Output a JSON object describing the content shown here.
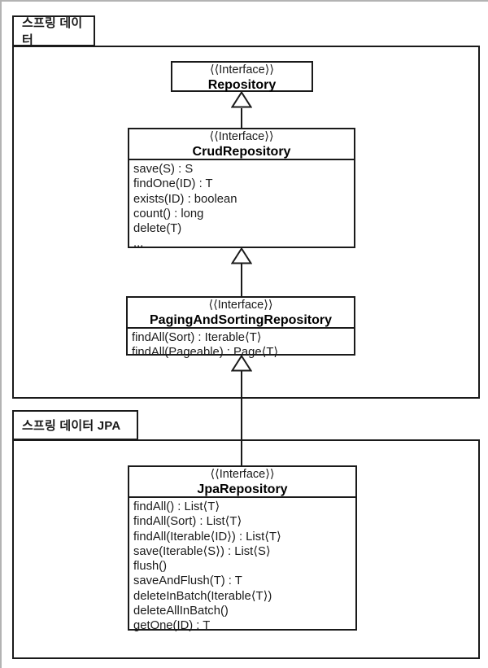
{
  "diagram": {
    "packages": [
      {
        "label": "스프링 데이터"
      },
      {
        "label": "스프링 데이터 JPA"
      }
    ],
    "classes": [
      {
        "stereotype": "⟨⟨Interface⟩⟩",
        "name": "Repository",
        "methods": []
      },
      {
        "stereotype": "⟨⟨Interface⟩⟩",
        "name": "CrudRepository",
        "methods": [
          "save(S) : S",
          "findOne(ID) : T",
          "exists(ID) : boolean",
          "count() : long",
          "delete(T)",
          "..."
        ]
      },
      {
        "stereotype": "⟨⟨Interface⟩⟩",
        "name": "PagingAndSortingRepository",
        "methods": [
          "findAll(Sort) : Iterable⟨T⟩",
          "findAll(Pageable) : Page⟨T⟩"
        ]
      },
      {
        "stereotype": "⟨⟨Interface⟩⟩",
        "name": "JpaRepository",
        "methods": [
          "findAll() : List⟨T⟩",
          "findAll(Sort) : List⟨T⟩",
          "findAll(Iterable⟨ID⟩) : List⟨T⟩",
          "save(Iterable⟨S⟩) : List⟨S⟩",
          "flush()",
          "saveAndFlush(T) : T",
          "deleteInBatch(Iterable⟨T⟩)",
          "deleteAllInBatch()",
          "getOne(ID) : T"
        ]
      }
    ],
    "relations": [
      {
        "type": "generalization",
        "from": "CrudRepository",
        "to": "Repository"
      },
      {
        "type": "generalization",
        "from": "PagingAndSortingRepository",
        "to": "CrudRepository"
      },
      {
        "type": "generalization",
        "from": "JpaRepository",
        "to": "PagingAndSortingRepository"
      }
    ],
    "colors": {
      "line": "#1a1a1a",
      "background": "#ffffff",
      "frame": "#b3b3b3"
    }
  }
}
